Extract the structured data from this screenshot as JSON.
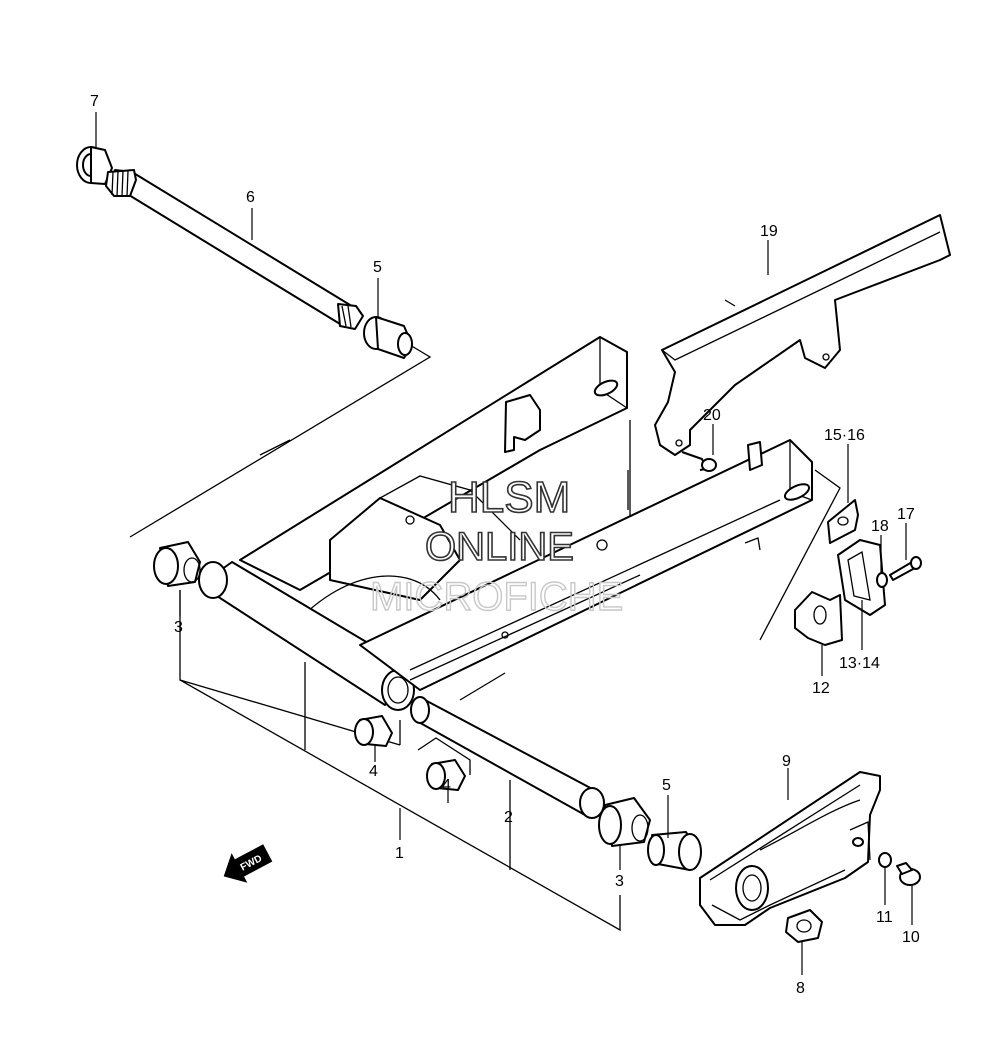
{
  "watermark": {
    "line1": "HLSM",
    "line2": "ONLINE",
    "line3": "MICROFICHE"
  },
  "fwd_badge": "FWD",
  "callouts": {
    "c1": "1",
    "c2": "2",
    "c3a": "3",
    "c3b": "3",
    "c4a": "4",
    "c4b": "4",
    "c5a": "5",
    "c5b": "5",
    "c6": "6",
    "c7": "7",
    "c8": "8",
    "c9": "9",
    "c10": "10",
    "c11": "11",
    "c12": "12",
    "c13_14": "13·14",
    "c15_16": "15·16",
    "c17": "17",
    "c18": "18",
    "c19": "19",
    "c20": "20"
  },
  "icons": {
    "fwd": "fwd-arrow-icon"
  }
}
